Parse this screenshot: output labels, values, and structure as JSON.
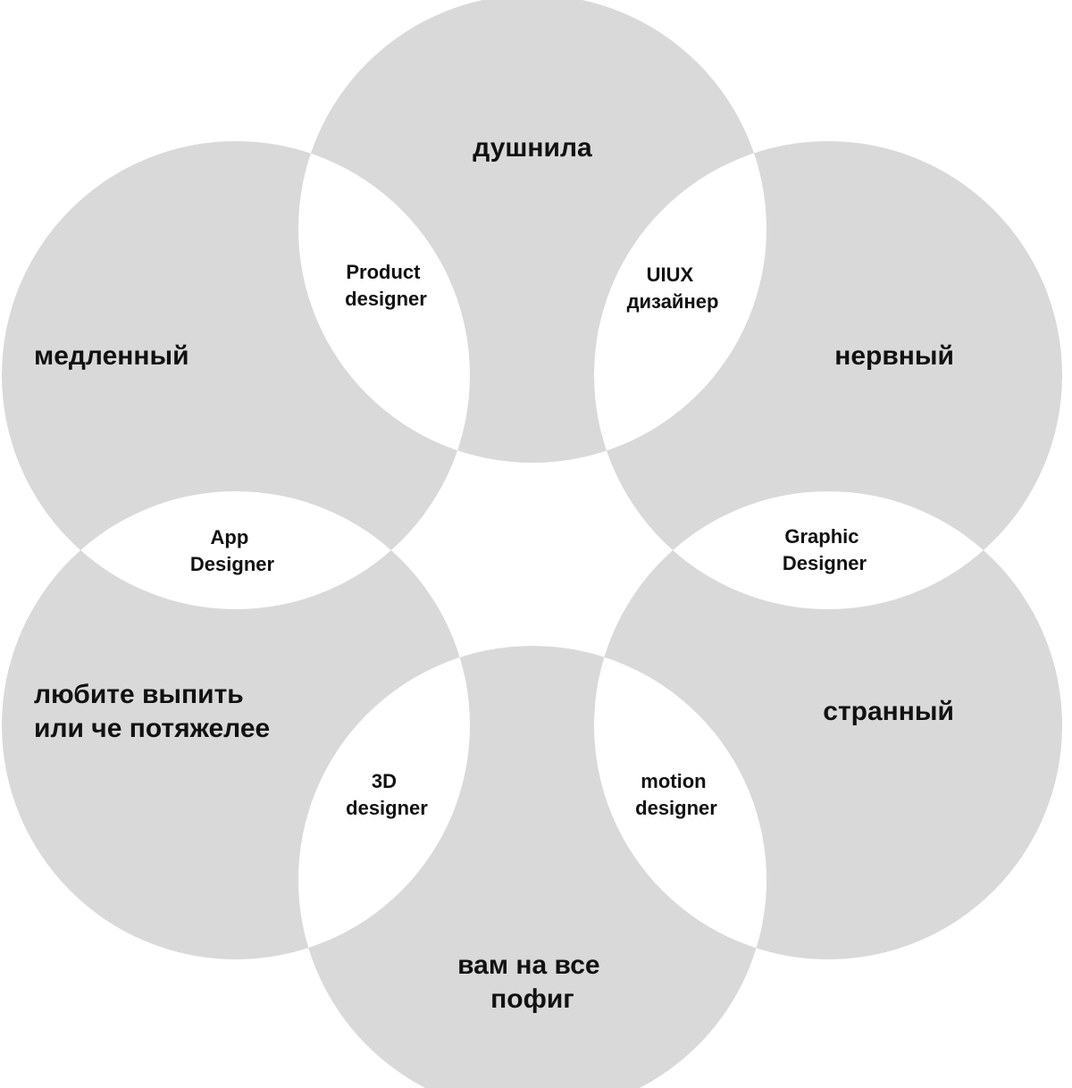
{
  "colors": {
    "circle": "#d9d9da",
    "overlap": "#ffffff",
    "text": "#111111"
  },
  "circles": [
    {
      "id": "top",
      "label": [
        "душнила"
      ]
    },
    {
      "id": "top-right",
      "label": [
        "нервный"
      ]
    },
    {
      "id": "bottom-right",
      "label": [
        "странный"
      ]
    },
    {
      "id": "bottom",
      "label": [
        "вам на все",
        "пофиг"
      ]
    },
    {
      "id": "bottom-left",
      "label": [
        "любите выпить",
        "или че потяжелее"
      ]
    },
    {
      "id": "top-left",
      "label": [
        "медленный"
      ]
    }
  ],
  "overlaps": [
    {
      "id": "top-left-top",
      "label": [
        "Product",
        "designer"
      ]
    },
    {
      "id": "top-top-right",
      "label": [
        "UIUX",
        "дизайнер"
      ]
    },
    {
      "id": "top-right-bottom-right",
      "label": [
        "Graphic",
        "Designer"
      ]
    },
    {
      "id": "bottom-right-bottom",
      "label": [
        "motion",
        "designer"
      ]
    },
    {
      "id": "bottom-bottom-left",
      "label": [
        "3D",
        "designer"
      ]
    },
    {
      "id": "bottom-left-top-left",
      "label": [
        "App",
        "Designer"
      ]
    }
  ]
}
